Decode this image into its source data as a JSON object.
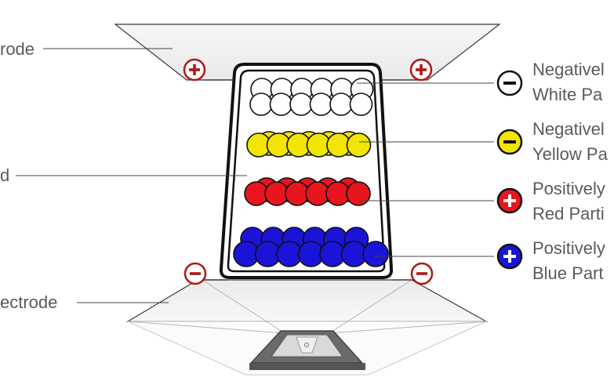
{
  "labels": {
    "top_electrode": "rode",
    "fluid": "d",
    "bottom_electrode": "ectrode",
    "white": {
      "line1": "Negativel",
      "line2": "White Pa"
    },
    "yellow": {
      "line1": "Negativel",
      "line2": "Yellow Pa"
    },
    "red": {
      "line1": "Positively",
      "line2": "Red Parti"
    },
    "blue": {
      "line1": "Positively",
      "line2": "Blue Part"
    }
  },
  "colors": {
    "white": "#ffffff",
    "yellow": "#f2e600",
    "red": "#e8141e",
    "blue": "#1a14d8",
    "charge_ring": "#b01818",
    "outline": "#111111",
    "electrode_fill": "#f3f3f3"
  },
  "icons": {
    "top_left": "plus-icon",
    "top_right": "plus-icon",
    "bottom_left": "minus-icon",
    "bottom_right": "minus-icon",
    "white": "minus-icon",
    "yellow": "minus-icon",
    "red": "plus-icon",
    "blue": "plus-icon"
  }
}
